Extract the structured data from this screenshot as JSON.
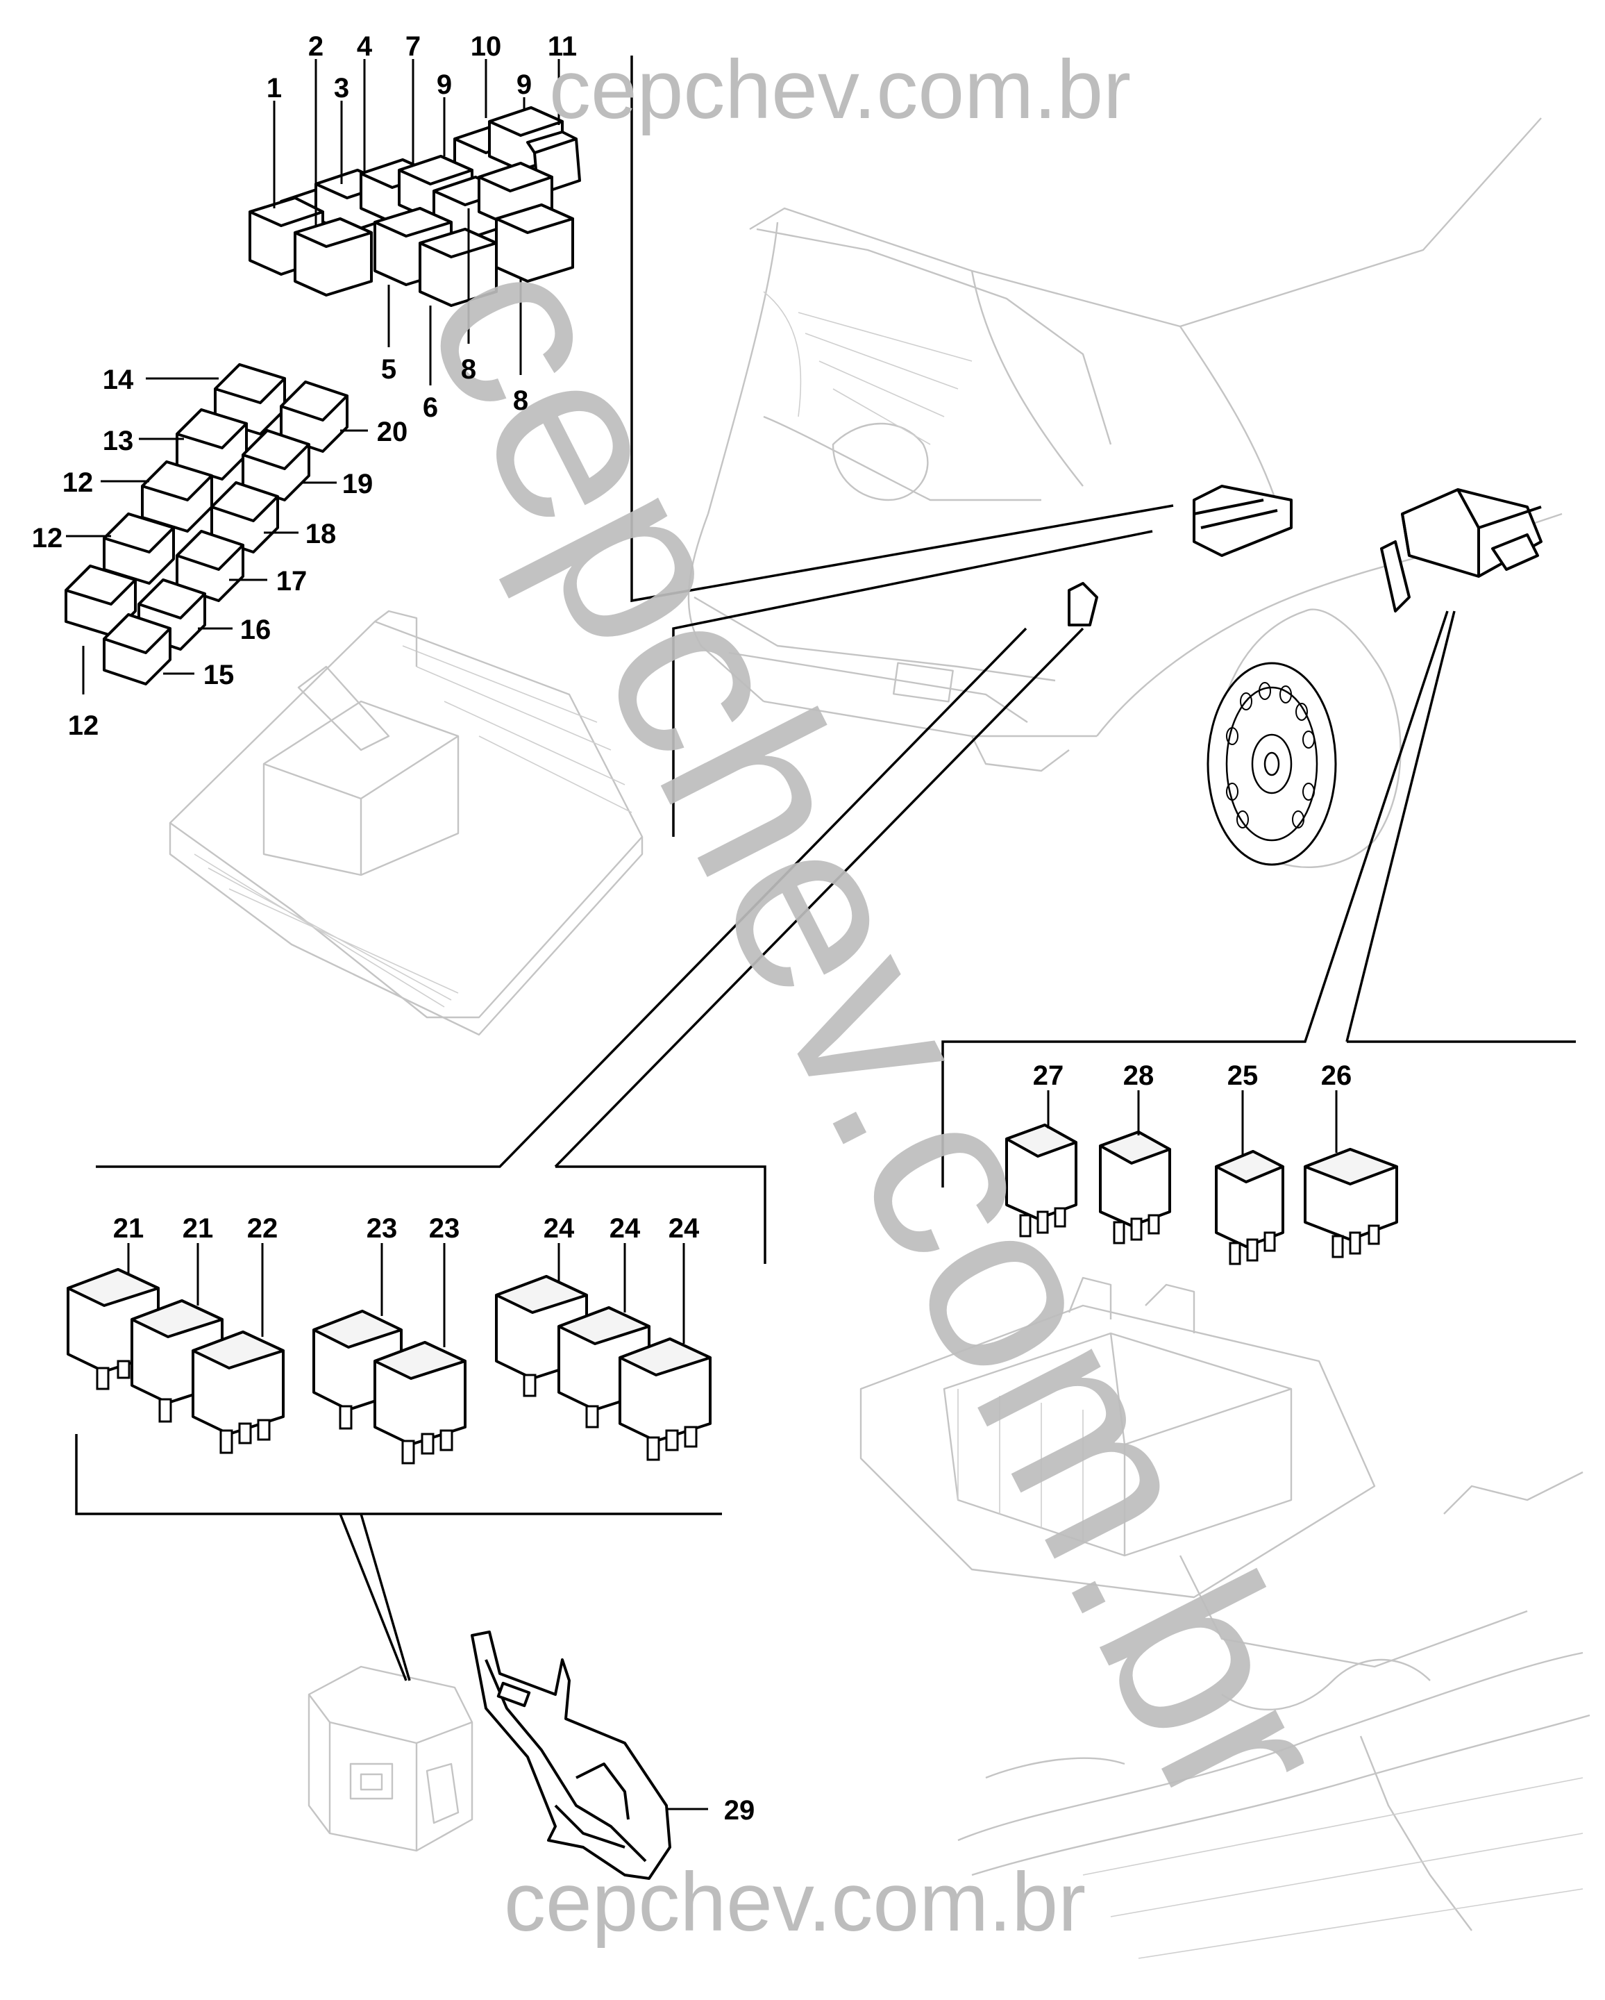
{
  "watermarks": {
    "top": "cepchev.com.br",
    "diagonal": "cepchev.com.br",
    "bottom": "cepchev.com.br"
  },
  "callouts": {
    "c1": "1",
    "c2": "2",
    "c3": "3",
    "c4": "4",
    "c5": "5",
    "c6": "6",
    "c7": "7",
    "c8a": "8",
    "c8b": "8",
    "c9a": "9",
    "c9b": "9",
    "c10": "10",
    "c11": "11",
    "c12a": "12",
    "c12b": "12",
    "c12c": "12",
    "c13": "13",
    "c14": "14",
    "c15": "15",
    "c16": "16",
    "c17": "17",
    "c18": "18",
    "c19": "19",
    "c20": "20",
    "c21a": "21",
    "c21b": "21",
    "c22": "22",
    "c23a": "23",
    "c23b": "23",
    "c24a": "24",
    "c24b": "24",
    "c24c": "24",
    "c25": "25",
    "c26": "26",
    "c27": "27",
    "c28": "28",
    "c29": "29"
  },
  "colors": {
    "ink": "#000000",
    "ghost": "#c4c4c4",
    "watermark": "#bdbdbd"
  }
}
